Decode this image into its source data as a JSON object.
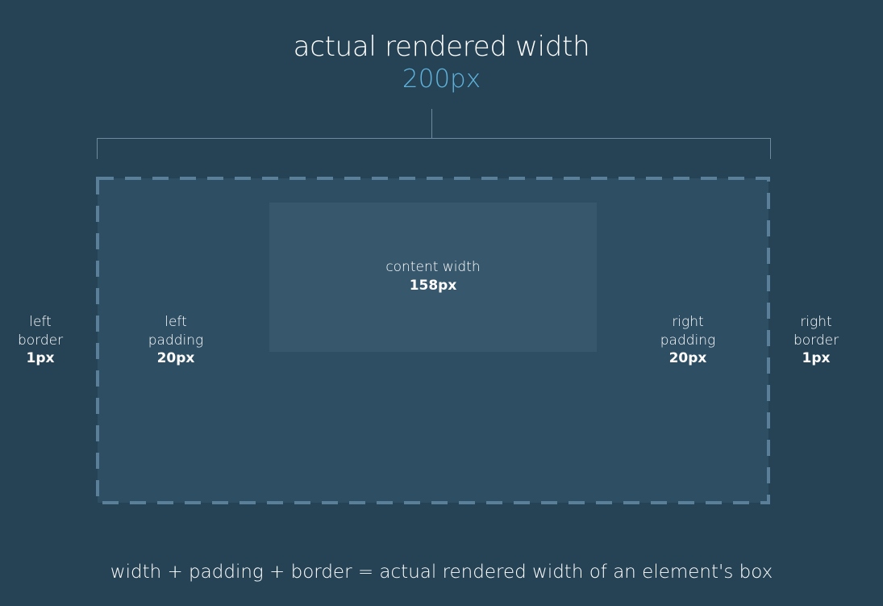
{
  "title": "actual rendered width",
  "title_value": "200px",
  "content": {
    "label": "content width",
    "value": "158px"
  },
  "left_border": {
    "line1": "left",
    "line2": "border",
    "value": "1px"
  },
  "left_padding": {
    "line1": "left",
    "line2": "padding",
    "value": "20px"
  },
  "right_padding": {
    "line1": "right",
    "line2": "padding",
    "value": "20px"
  },
  "right_border": {
    "line1": "right",
    "line2": "border",
    "value": "1px"
  },
  "formula": "width + padding + border = actual rendered width of an element's box",
  "colors": {
    "background": "#264356",
    "box_fill": "#2e4e63",
    "content_fill": "#36576c",
    "dashed_border": "#5a7f99",
    "accent": "#5fb3dc",
    "bracket": "#6d8ba0"
  }
}
